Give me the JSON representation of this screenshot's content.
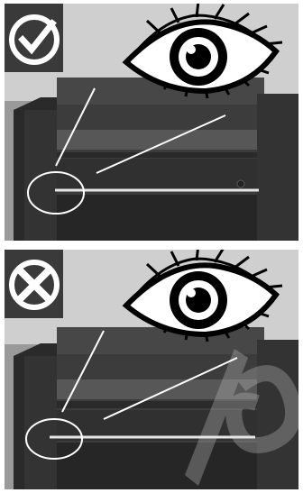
{
  "panels": [
    {
      "verdict": "correct",
      "icon": "checkmark-circle-icon"
    },
    {
      "verdict": "incorrect",
      "icon": "cross-circle-icon",
      "watermark": "18"
    }
  ],
  "colors": {
    "panel_bg": "#cfcfcf",
    "badge_bg": "#3a3a3a",
    "device_dark": "#2f2f2f",
    "highlight": "#ffffff"
  }
}
